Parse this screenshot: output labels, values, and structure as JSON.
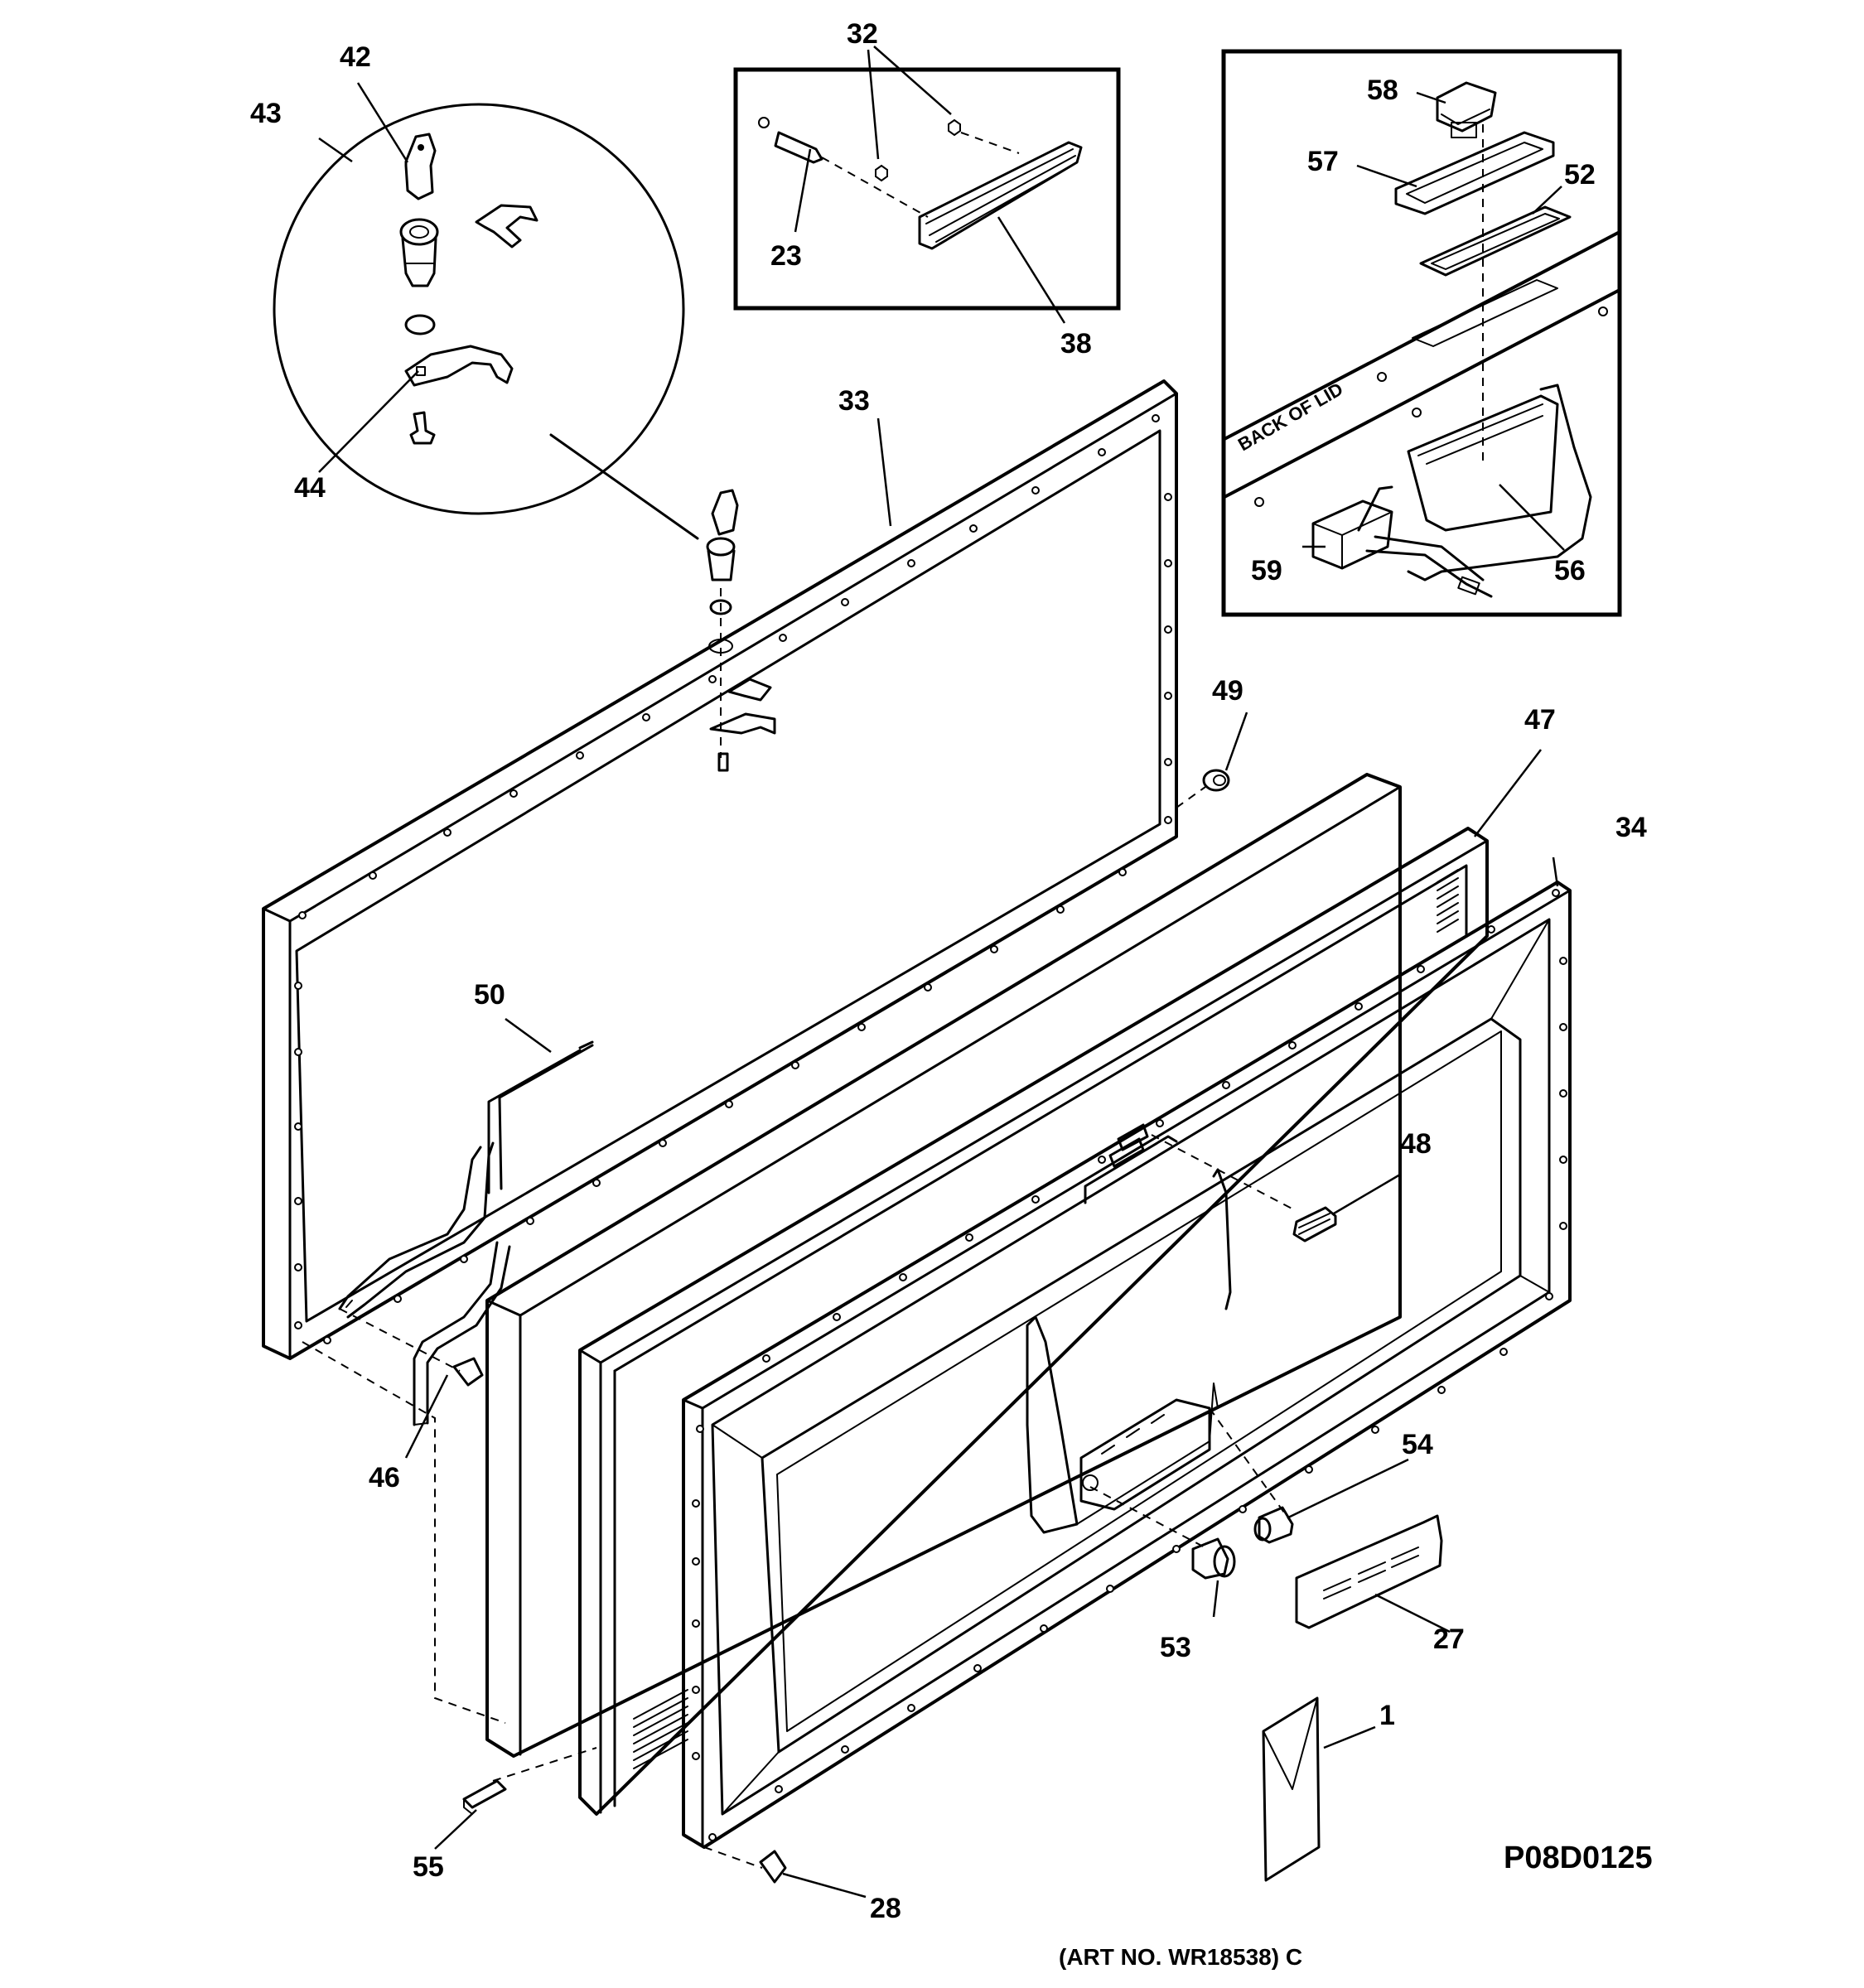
{
  "drawing_id": "P08D0125",
  "art_number": "(ART NO. WR18538) C",
  "inset_back_of_lid": "BACK OF LID",
  "callouts": [
    "1",
    "23",
    "27",
    "28",
    "32",
    "33",
    "34",
    "38",
    "42",
    "43",
    "44",
    "46",
    "47",
    "48",
    "49",
    "50",
    "52",
    "53",
    "54",
    "55",
    "56",
    "57",
    "58",
    "59"
  ]
}
